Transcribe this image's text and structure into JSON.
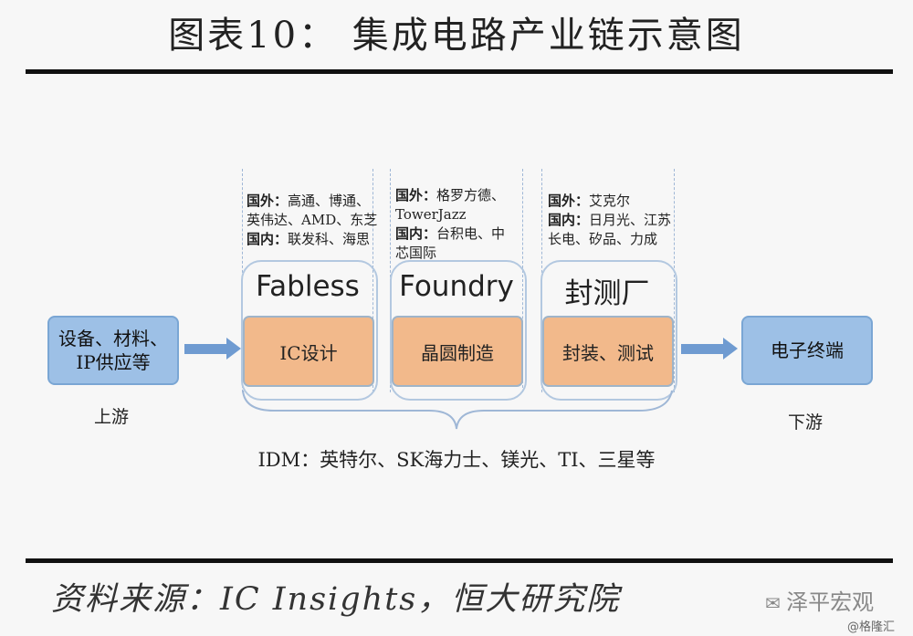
{
  "title": "图表10： 集成电路产业链示意图",
  "upstream": {
    "box_lines": [
      "设备、材料、",
      "IP供应等"
    ],
    "label": "上游"
  },
  "downstream": {
    "box_text": "电子终端",
    "label": "下游"
  },
  "stages": [
    {
      "name": "Fabless",
      "process": "IC设计",
      "info": [
        {
          "key": "国外：",
          "text": "高通、博通、"
        },
        {
          "key": "",
          "text": "英伟达、AMD、东芝"
        },
        {
          "key": "国内：",
          "text": "联发科、海思"
        }
      ]
    },
    {
      "name": "Foundry",
      "process": "晶圆制造",
      "info": [
        {
          "key": "国外：",
          "text": "格罗方德、"
        },
        {
          "key": "",
          "text": "TowerJazz"
        },
        {
          "key": "国内：",
          "text": "台积电、中"
        },
        {
          "key": "",
          "text": "芯国际"
        }
      ]
    },
    {
      "name": "封测厂",
      "process": "封装、测试",
      "info": [
        {
          "key": "国外：",
          "text": "艾克尔"
        },
        {
          "key": "国内：",
          "text": "日月光、江苏"
        },
        {
          "key": "",
          "text": "长电、矽品、力成"
        }
      ]
    }
  ],
  "idm": "IDM：英特尔、SK海力士、镁光、TI、三星等",
  "source": "资料来源：IC Insights，恒大研究院",
  "brand": "泽平宏观",
  "corner_tag": "@格隆汇",
  "colors": {
    "blue_box": "#9dc0e6",
    "orange_box": "#f2b98b",
    "arrow": "#6f9bd1"
  }
}
